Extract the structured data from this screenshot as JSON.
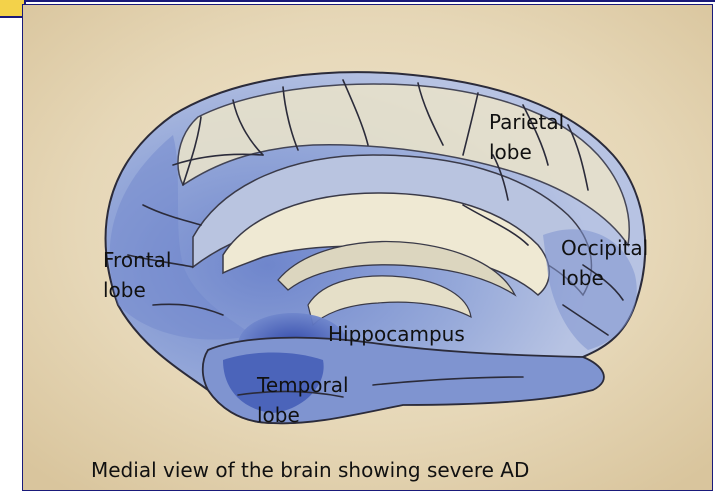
{
  "labels": {
    "parietal_line1": "Parietal",
    "parietal_line2": "lobe",
    "frontal_line1": "Frontal",
    "frontal_line2": "lobe",
    "occipital_line1": "Occipital",
    "occipital_line2": "lobe",
    "hippocampus": "Hippocampus",
    "temporal_line1": "Temporal",
    "temporal_line2": "lobe"
  },
  "caption": "Medial view of the brain showing severe AD",
  "colors": {
    "frame": "#1a1a7a",
    "tab": "#f3d24a",
    "parchment": "#e9dcc0",
    "brain_pale": "#e8e3cf",
    "brain_blue": "#8fa3d6",
    "brain_deep": "#3f57b4"
  }
}
